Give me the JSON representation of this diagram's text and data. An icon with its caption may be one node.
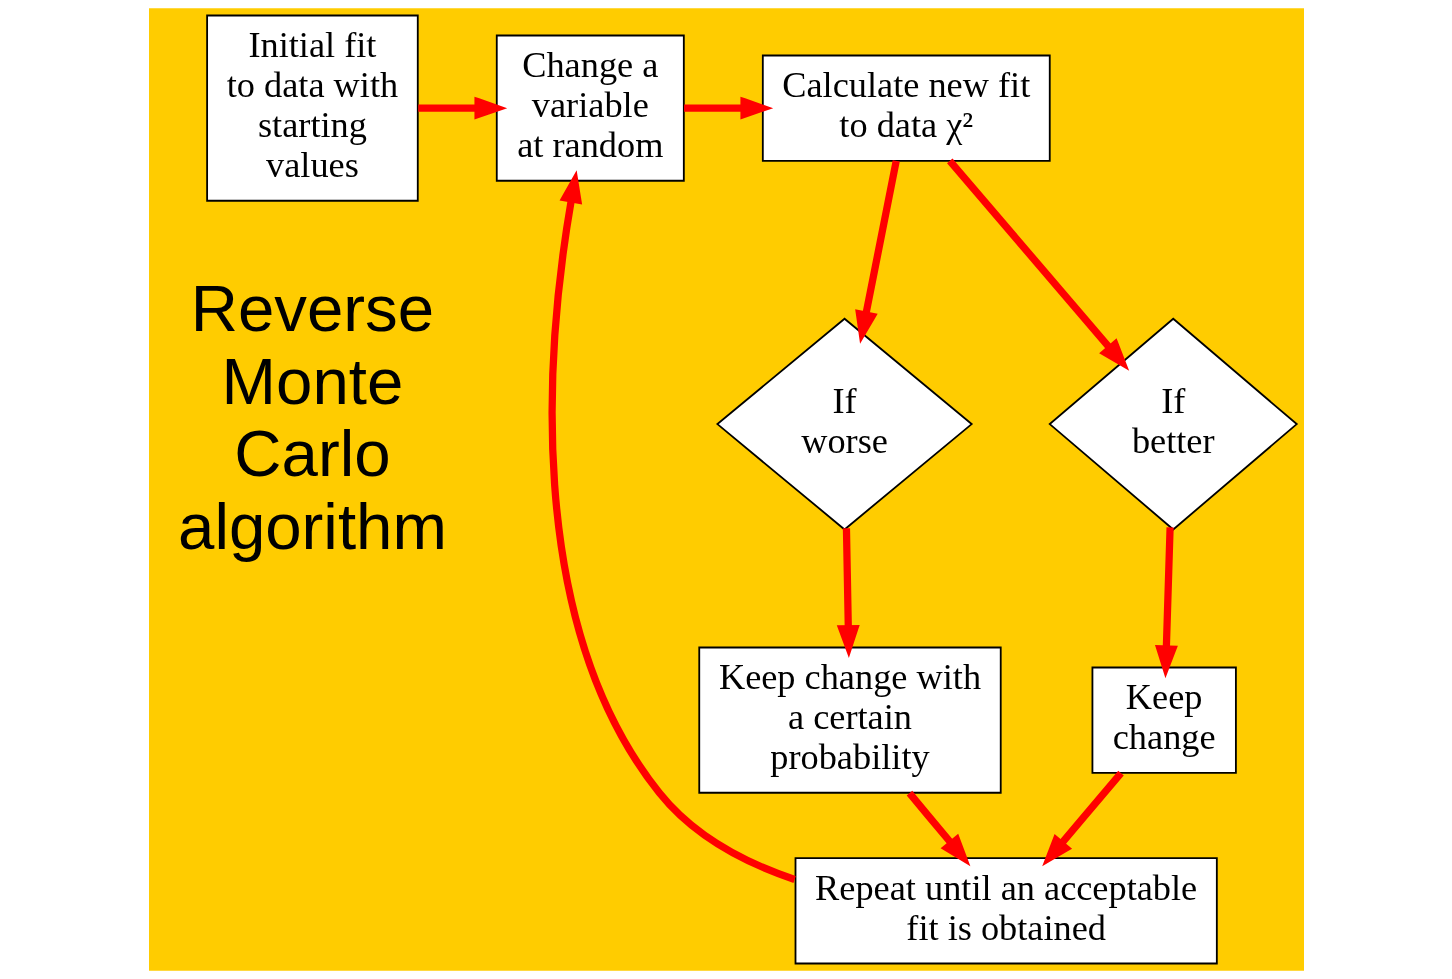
{
  "diagram": {
    "nodes": [
      {
        "text": [
          "Initial fit to data with starting values"
        ]
      },
      {
        "text": [
          "Change a variable at random"
        ]
      },
      {
        "text": [
          "Calculate new fit to data χ²"
        ]
      },
      {
        "text": [
          "If worse"
        ]
      },
      {
        "text": [
          "If better"
        ]
      },
      {
        "text": [
          "Keep change with a certain probability"
        ]
      },
      {
        "text": [
          "Keep change"
        ]
      },
      {
        "text": [
          "Repeat until an acceptable fit is obtained"
        ]
      }
    ],
    "edges": [
      {
        "from": 0,
        "to": 1,
        "arrow": "to"
      },
      {
        "from": 1,
        "to": 2,
        "arrow": "to"
      },
      {
        "from": 2,
        "to": 3,
        "arrow": "to"
      },
      {
        "from": 2,
        "to": 4,
        "arrow": "to"
      },
      {
        "from": 3,
        "to": 5,
        "arrow": "to"
      },
      {
        "from": 4,
        "to": 6,
        "arrow": "to"
      },
      {
        "from": 5,
        "to": 7,
        "arrow": "to"
      },
      {
        "from": 6,
        "to": 7,
        "arrow": "to"
      },
      {
        "from": 7,
        "to": 1,
        "arrow": "to"
      }
    ],
    "labels": [
      "Reverse Monte Carlo algorithm"
    ]
  }
}
